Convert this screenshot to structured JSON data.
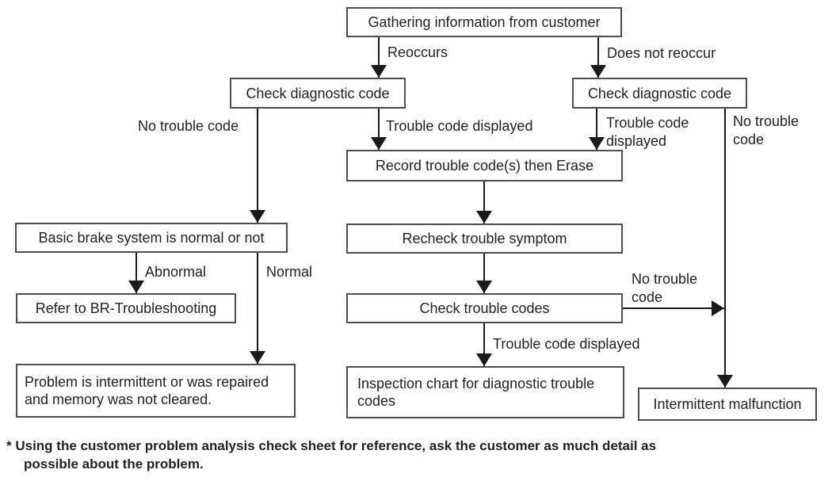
{
  "colors": {
    "background": "#ffffff",
    "line": "#1a1a1a",
    "box_border": "#4f4f4f",
    "text": "#222222"
  },
  "nodes": {
    "gathering": "Gathering information from customer",
    "check_diagnostic_left": "Check diagnostic code",
    "check_diagnostic_right": "Check diagnostic code",
    "record_erase": "Record trouble code(s) then Erase",
    "recheck_symptom": "Recheck trouble symptom",
    "check_trouble_codes": "Check trouble codes",
    "basic_brake": "Basic brake system is normal or not",
    "refer_br": "Refer to BR-Troubleshooting",
    "problem_intermittent": "Problem is intermittent or was repaired and memory was not cleared.",
    "inspection_chart": "Inspection chart for diagnostic trouble codes",
    "intermittent_malfunction": "Intermittent malfunction"
  },
  "edge_labels": {
    "reoccurs": "Reoccurs",
    "does_not_reoccur": "Does not reoccur",
    "no_trouble_code_left": "No trouble code",
    "trouble_code_displayed_left": "Trouble code displayed",
    "trouble_code_displayed_right": "Trouble code displayed",
    "no_trouble_code_right": "No trouble code",
    "no_trouble_code_middle": "No trouble code",
    "trouble_code_displayed_bottom": "Trouble code displayed",
    "abnormal": "Abnormal",
    "normal": "Normal"
  },
  "footnote": {
    "line1": "* Using the customer problem analysis check sheet for reference, ask the customer as much detail as",
    "line2": "possible about the problem."
  }
}
